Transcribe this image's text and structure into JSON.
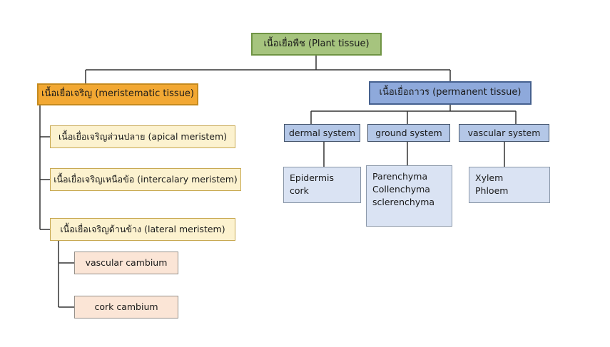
{
  "diagram": {
    "title_node": {
      "label": "เนื้อเยื่อพืช (Plant tissue)"
    },
    "meristematic": {
      "label": "เนื้อเยื่อเจริญ (meristematic tissue)"
    },
    "permanent": {
      "label": "เนื้อเยื่อถาวร (permanent tissue)"
    },
    "apical": {
      "label": "เนื้อเยื่อเจริญส่วนปลาย (apical meristem)"
    },
    "intercalary": {
      "label": "เนื้อเยื่อเจริญเหนือข้อ (intercalary meristem)"
    },
    "lateral": {
      "label": "เนื้อเยื่อเจริญด้านข้าง (lateral meristem)"
    },
    "vascular_cambium": {
      "label": "vascular cambium"
    },
    "cork_cambium": {
      "label": "cork cambium"
    },
    "dermal_system": {
      "label": "dermal system"
    },
    "ground_system": {
      "label": "ground system"
    },
    "vascular_system": {
      "label": "vascular system"
    },
    "dermal_content": {
      "lines": [
        "Epidermis",
        "cork"
      ]
    },
    "ground_content": {
      "lines": [
        "Parenchyma",
        "Collenchyma",
        "sclerenchyma"
      ]
    },
    "vascular_content": {
      "lines": [
        "Xylem",
        "Phloem"
      ]
    }
  },
  "colors": {
    "root_fill": "#a6c47e",
    "root_border": "#6f9444",
    "meristematic_fill": "#f2a833",
    "meristematic_border": "#c58a1e",
    "permanent_fill": "#8ea9db",
    "permanent_border": "#46618f",
    "meristem_sub_fill": "#fcf2cf",
    "meristem_sub_border": "#c8a952",
    "cambium_fill": "#fbe5d6",
    "cambium_border": "#95908a",
    "system_fill": "#b4c7e7",
    "system_border": "#44546a",
    "content_fill": "#dae3f3",
    "content_border": "#8a97a8",
    "connector": "#333333",
    "text": "#1a1a1a"
  }
}
